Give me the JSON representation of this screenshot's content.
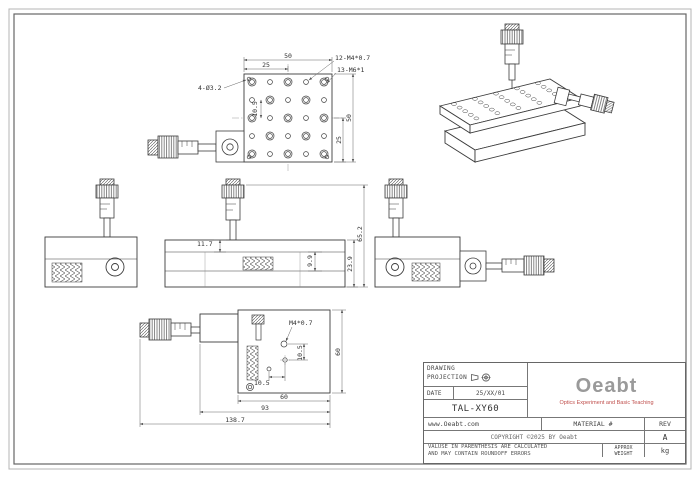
{
  "colors": {
    "line": "#3c3c3c",
    "dim": "#666666",
    "logo_gray": "#9a9a9a",
    "logo_red": "#c0504d"
  },
  "top_view": {
    "dim_width_full": "50",
    "dim_width_half": "25",
    "label_m4_holes": "12-M4*0.7",
    "label_m6_holes": "13-M6*1",
    "label_corner_holes": "4-Ø3.2",
    "dim_offset": "10.5",
    "dim_height_half": "25",
    "dim_height_full": "50"
  },
  "side_views": {
    "dim_travel": "11.7",
    "dim_step": "9.9",
    "dim_body_height": "23.9",
    "dim_total_height": "65.2"
  },
  "front_view": {
    "label_thread": "M4*0.7",
    "dim_offset_v": "10.5",
    "dim_offset_h": "10.5",
    "dim_height": "60",
    "dim_width_body": "60",
    "dim_width_mid": "93",
    "dim_width_total": "138.7"
  },
  "title_block": {
    "projection_line1": "DRAWING",
    "projection_line2": "PROJECTION",
    "date_label": "DATE",
    "date_value": "25/XX/01",
    "part_number": "TAL-XY60",
    "website": "www.Oeabt.com",
    "material_label": "MATERIAL #",
    "rev_label": "REV",
    "rev_value": "A",
    "copyright": "COPYRIGHT ©2025 BY Oeabt",
    "disclaimer_line1": "VALUSE IN PARENTHESIS ARE CALCULATED",
    "disclaimer_line2": "AND MAY CONTAIN ROUNDOFF ERRORS",
    "weight_label_line1": "APPROX",
    "weight_label_line2": "WEIGHT",
    "weight_unit": "kg",
    "logo_text": "Oeabt",
    "logo_tagline": "Optics Experiment and Basic Teaching"
  }
}
